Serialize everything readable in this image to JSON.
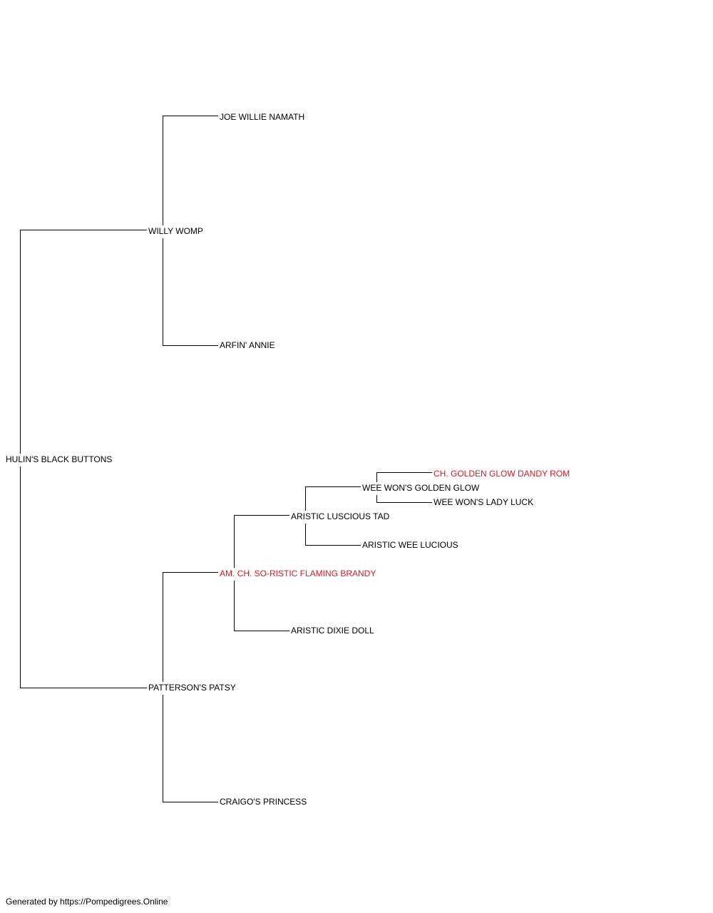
{
  "colors": {
    "champion": "#e8141c",
    "regular": "#000000",
    "line": "#000000",
    "background": "#ffffff"
  },
  "pedigree": {
    "subject": {
      "name": "HULIN'S BLACK BUTTONS",
      "champion": false
    },
    "sire": {
      "name": "WILLY WOMP",
      "champion": false
    },
    "sire_sire": {
      "name": "JOE WILLIE NAMATH",
      "champion": false
    },
    "sire_dam": {
      "name": "ARFIN' ANNIE",
      "champion": false
    },
    "dam": {
      "name": "PATTERSON'S PATSY",
      "champion": false
    },
    "dam_sire": {
      "name": "AM. CH. SO-RISTIC FLAMING BRANDY",
      "champion": true
    },
    "dam_dam": {
      "name": "CRAIGO'S PRINCESS",
      "champion": false
    },
    "dam_sire_sire": {
      "name": "ARISTIC LUSCIOUS TAD",
      "champion": false
    },
    "dam_sire_dam": {
      "name": "ARISTIC DIXIE DOLL",
      "champion": false
    },
    "dam_sire_sire_sire": {
      "name": "WEE WON'S GOLDEN GLOW",
      "champion": false
    },
    "dam_sire_sire_dam": {
      "name": "ARISTIC WEE LUCIOUS",
      "champion": false
    },
    "dam_sire_sire_sire_sire": {
      "name": "CH. GOLDEN GLOW DANDY ROM",
      "champion": true
    },
    "dam_sire_sire_sire_dam": {
      "name": "WEE WON'S LADY LUCK",
      "champion": false
    }
  },
  "footer": {
    "text": "Generated by https://Pompedigrees.Online"
  }
}
